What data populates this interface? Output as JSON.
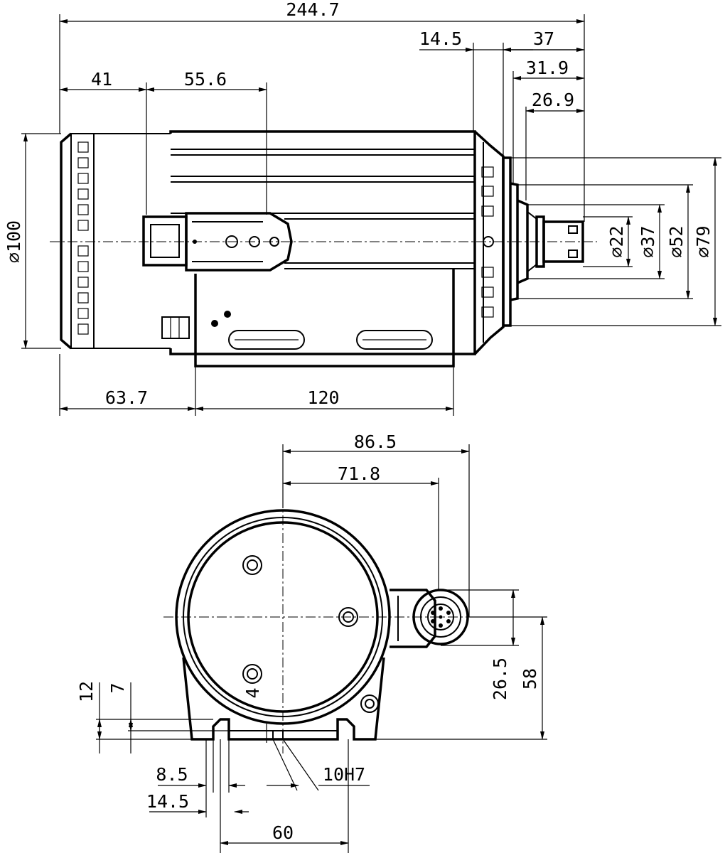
{
  "side_view": {
    "dims": {
      "overall_length": "244.7",
      "d41": "41",
      "d55_6": "55.6",
      "d14_5": "14.5",
      "d37": "37",
      "d31_9": "31.9",
      "d26_9": "26.9",
      "dia100": "⌀100",
      "dia22": "⌀22",
      "dia37": "⌀37",
      "dia52": "⌀52",
      "dia79": "⌀79",
      "d63_7": "63.7",
      "d120": "120"
    }
  },
  "front_view": {
    "dims": {
      "d86_5": "86.5",
      "d71_8": "71.8",
      "d26_5": "26.5",
      "d58": "58",
      "d12": "12",
      "d7": "7",
      "d4": "4",
      "d8_5": "8.5",
      "d10H7": "10H7",
      "d14_5b": "14.5",
      "d60": "60"
    }
  }
}
